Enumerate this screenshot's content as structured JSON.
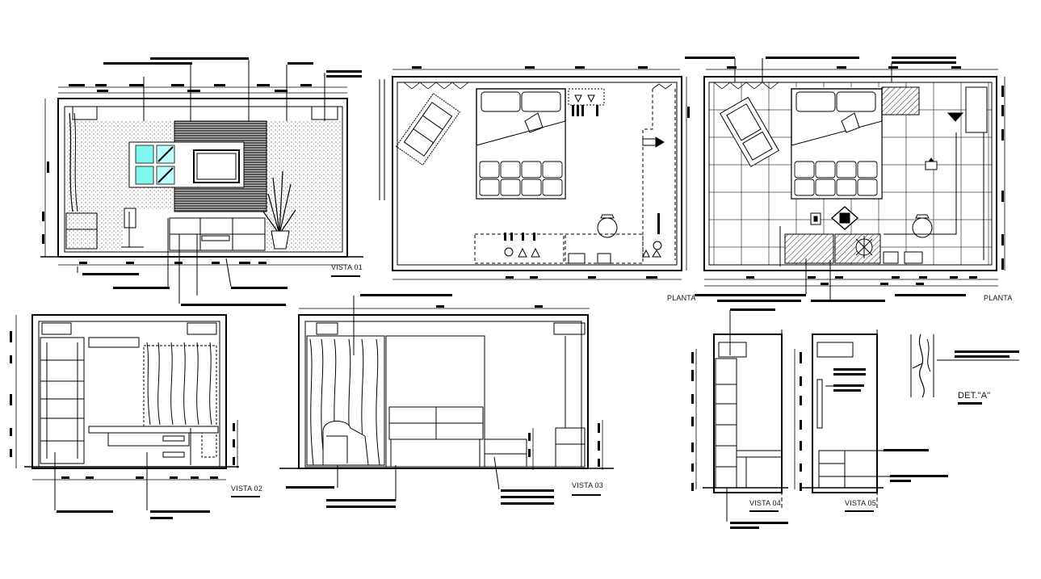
{
  "drawing": {
    "line_color": "#000000",
    "accent_color": "#7ff7ee",
    "background": "#ffffff"
  },
  "labels": {
    "vista01": "VISTA 01",
    "vista02": "VISTA 02",
    "vista03": "VISTA 03",
    "vista04": "VISTA 04",
    "vista05": "VISTA 05",
    "planta_a": "PLANTA",
    "planta_b": "PLANTA",
    "detail": "DET.\"A\""
  }
}
